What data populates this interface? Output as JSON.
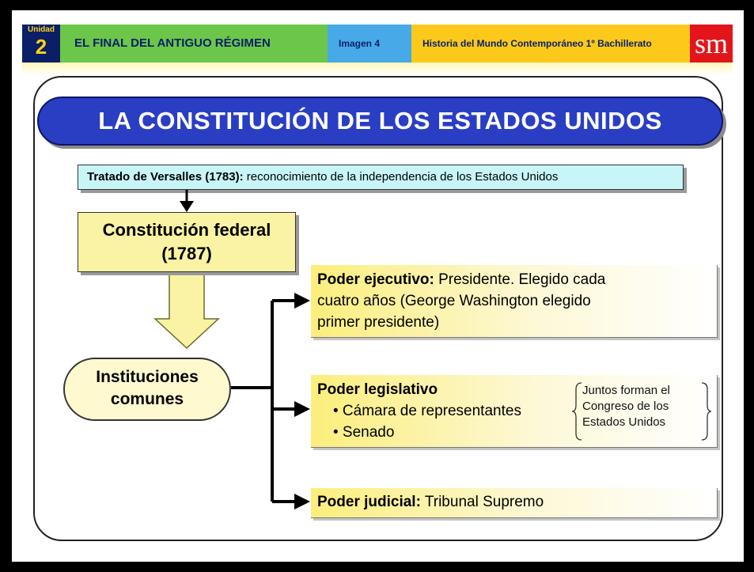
{
  "header": {
    "unit_label": "Unidad",
    "unit_number": "2",
    "title": "EL FINAL DEL ANTIGUO RÉGIMEN",
    "image_label": "Imagen 4",
    "course": "Historia del Mundo Contemporáneo 1º Bachillerato",
    "logo": "sm"
  },
  "slide": {
    "title": "LA CONSTITUCIÓN DE LOS ESTADOS UNIDOS",
    "treaty": {
      "bold": "Tratado de Versalles (1783):",
      "text": " reconocimiento de la independencia de los Estados Unidos"
    },
    "constitution": {
      "line1": "Constitución federal",
      "line2": "(1787)"
    },
    "institutions": {
      "line1": "Instituciones",
      "line2": "comunes"
    },
    "executive": {
      "bold": "Poder ejecutivo:",
      "line1_rest": " Presidente. Elegido cada",
      "line2": "cuatro años (George Washington elegido",
      "line3": "primer presidente)"
    },
    "legislative": {
      "bold": "Poder legislativo",
      "item1": "• Cámara de representantes",
      "item2": "• Senado",
      "note_line1": "Juntos forman el",
      "note_line2": "Congreso de los",
      "note_line3": "Estados Unidos"
    },
    "judicial": {
      "bold": "Poder judicial:",
      "text": " Tribunal Supremo"
    }
  },
  "colors": {
    "title_blue": "#2a3ec4",
    "treaty_cyan": "#c8f5f8",
    "box_yellow": "#fbf3a4",
    "header_green": "#6cc64a",
    "header_blue": "#47a9e8",
    "header_yellow": "#fcc91b",
    "logo_red": "#e3151b",
    "unit_navy": "#0a1f66"
  }
}
